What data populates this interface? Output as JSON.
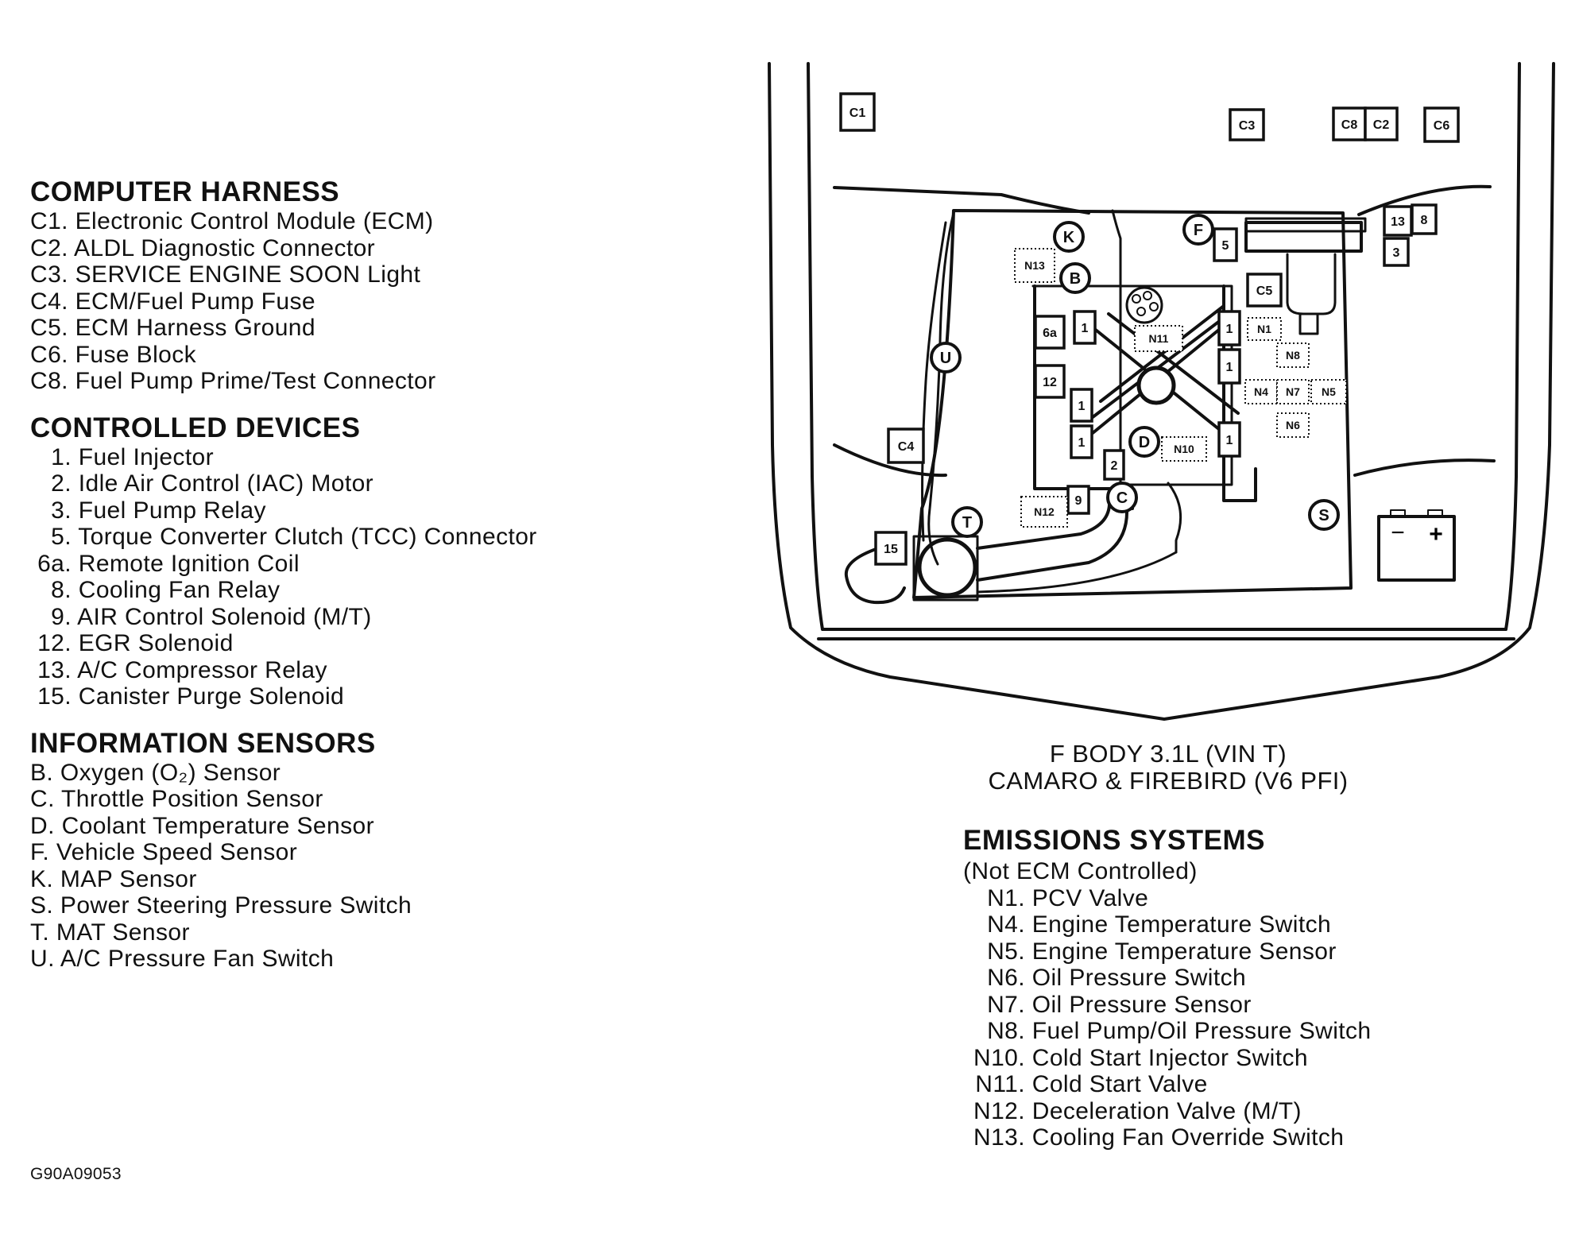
{
  "sections": {
    "computer_harness": {
      "title": "COMPUTER HARNESS",
      "items": [
        {
          "code": "C1.",
          "label": "Electronic Control Module (ECM)"
        },
        {
          "code": "C2.",
          "label": "ALDL Diagnostic Connector"
        },
        {
          "code": "C3.",
          "label": "SERVICE ENGINE SOON Light"
        },
        {
          "code": "C4.",
          "label": "ECM/Fuel Pump Fuse"
        },
        {
          "code": "C5.",
          "label": "ECM Harness Ground"
        },
        {
          "code": "C6.",
          "label": "Fuse Block"
        },
        {
          "code": "C8.",
          "label": "Fuel Pump Prime/Test Connector"
        }
      ]
    },
    "controlled_devices": {
      "title": "CONTROLLED DEVICES",
      "items": [
        {
          "code": "1.",
          "label": "Fuel Injector"
        },
        {
          "code": "2.",
          "label": "Idle Air Control (IAC) Motor"
        },
        {
          "code": "3.",
          "label": "Fuel Pump Relay"
        },
        {
          "code": "5.",
          "label": "Torque Converter Clutch (TCC) Connector"
        },
        {
          "code": "6a.",
          "label": "Remote Ignition Coil"
        },
        {
          "code": "8.",
          "label": "Cooling Fan Relay"
        },
        {
          "code": "9.",
          "label": "AIR Control Solenoid (M/T)"
        },
        {
          "code": "12.",
          "label": "EGR Solenoid"
        },
        {
          "code": "13.",
          "label": "A/C Compressor Relay"
        },
        {
          "code": "15.",
          "label": "Canister Purge Solenoid"
        }
      ]
    },
    "information_sensors": {
      "title": "INFORMATION SENSORS",
      "items": [
        {
          "code": "B.",
          "label": "Oxygen (O₂) Sensor"
        },
        {
          "code": "C.",
          "label": "Throttle Position Sensor"
        },
        {
          "code": "D.",
          "label": "Coolant Temperature Sensor"
        },
        {
          "code": "F.",
          "label": "Vehicle Speed Sensor"
        },
        {
          "code": "K.",
          "label": "MAP Sensor"
        },
        {
          "code": "S.",
          "label": "Power Steering Pressure Switch"
        },
        {
          "code": "T.",
          "label": "MAT Sensor"
        },
        {
          "code": "U.",
          "label": "A/C Pressure Fan Switch"
        }
      ]
    },
    "emissions_systems": {
      "title": "EMISSIONS SYSTEMS",
      "subtitle": "(Not ECM Controlled)",
      "items": [
        {
          "code": "N1.",
          "label": "PCV Valve"
        },
        {
          "code": "N4.",
          "label": "Engine Temperature Switch"
        },
        {
          "code": "N5.",
          "label": "Engine Temperature Sensor"
        },
        {
          "code": "N6.",
          "label": "Oil Pressure Switch"
        },
        {
          "code": "N7.",
          "label": "Oil Pressure Sensor"
        },
        {
          "code": "N8.",
          "label": "Fuel Pump/Oil Pressure Switch"
        },
        {
          "code": "N10.",
          "label": "Cold Start Injector Switch"
        },
        {
          "code": "N11.",
          "label": "Cold Start Valve"
        },
        {
          "code": "N12.",
          "label": "Deceleration Valve (M/T)"
        },
        {
          "code": "N13.",
          "label": "Cooling Fan Override Switch"
        }
      ]
    }
  },
  "caption": {
    "line1": "F BODY 3.1L (VIN T)",
    "line2": "CAMARO & FIREBIRD (V6 PFI)"
  },
  "figure_id": "G90A09053",
  "diagram": {
    "connector_boxes": [
      "C1",
      "C3",
      "C8",
      "C2",
      "C6",
      "C4",
      "C5",
      "13",
      "8",
      "3",
      "5",
      "6a",
      "12",
      "9",
      "2",
      "15",
      "1",
      "1",
      "1",
      "1",
      "1",
      "1"
    ],
    "sensor_circles": [
      "K",
      "B",
      "F",
      "U",
      "D",
      "C",
      "T",
      "S"
    ],
    "dotted_boxes": [
      "N13",
      "N11",
      "N1",
      "N8",
      "N4",
      "N7",
      "N5",
      "N6",
      "N10",
      "N12"
    ],
    "battery_terminals": [
      "−",
      "+"
    ]
  }
}
